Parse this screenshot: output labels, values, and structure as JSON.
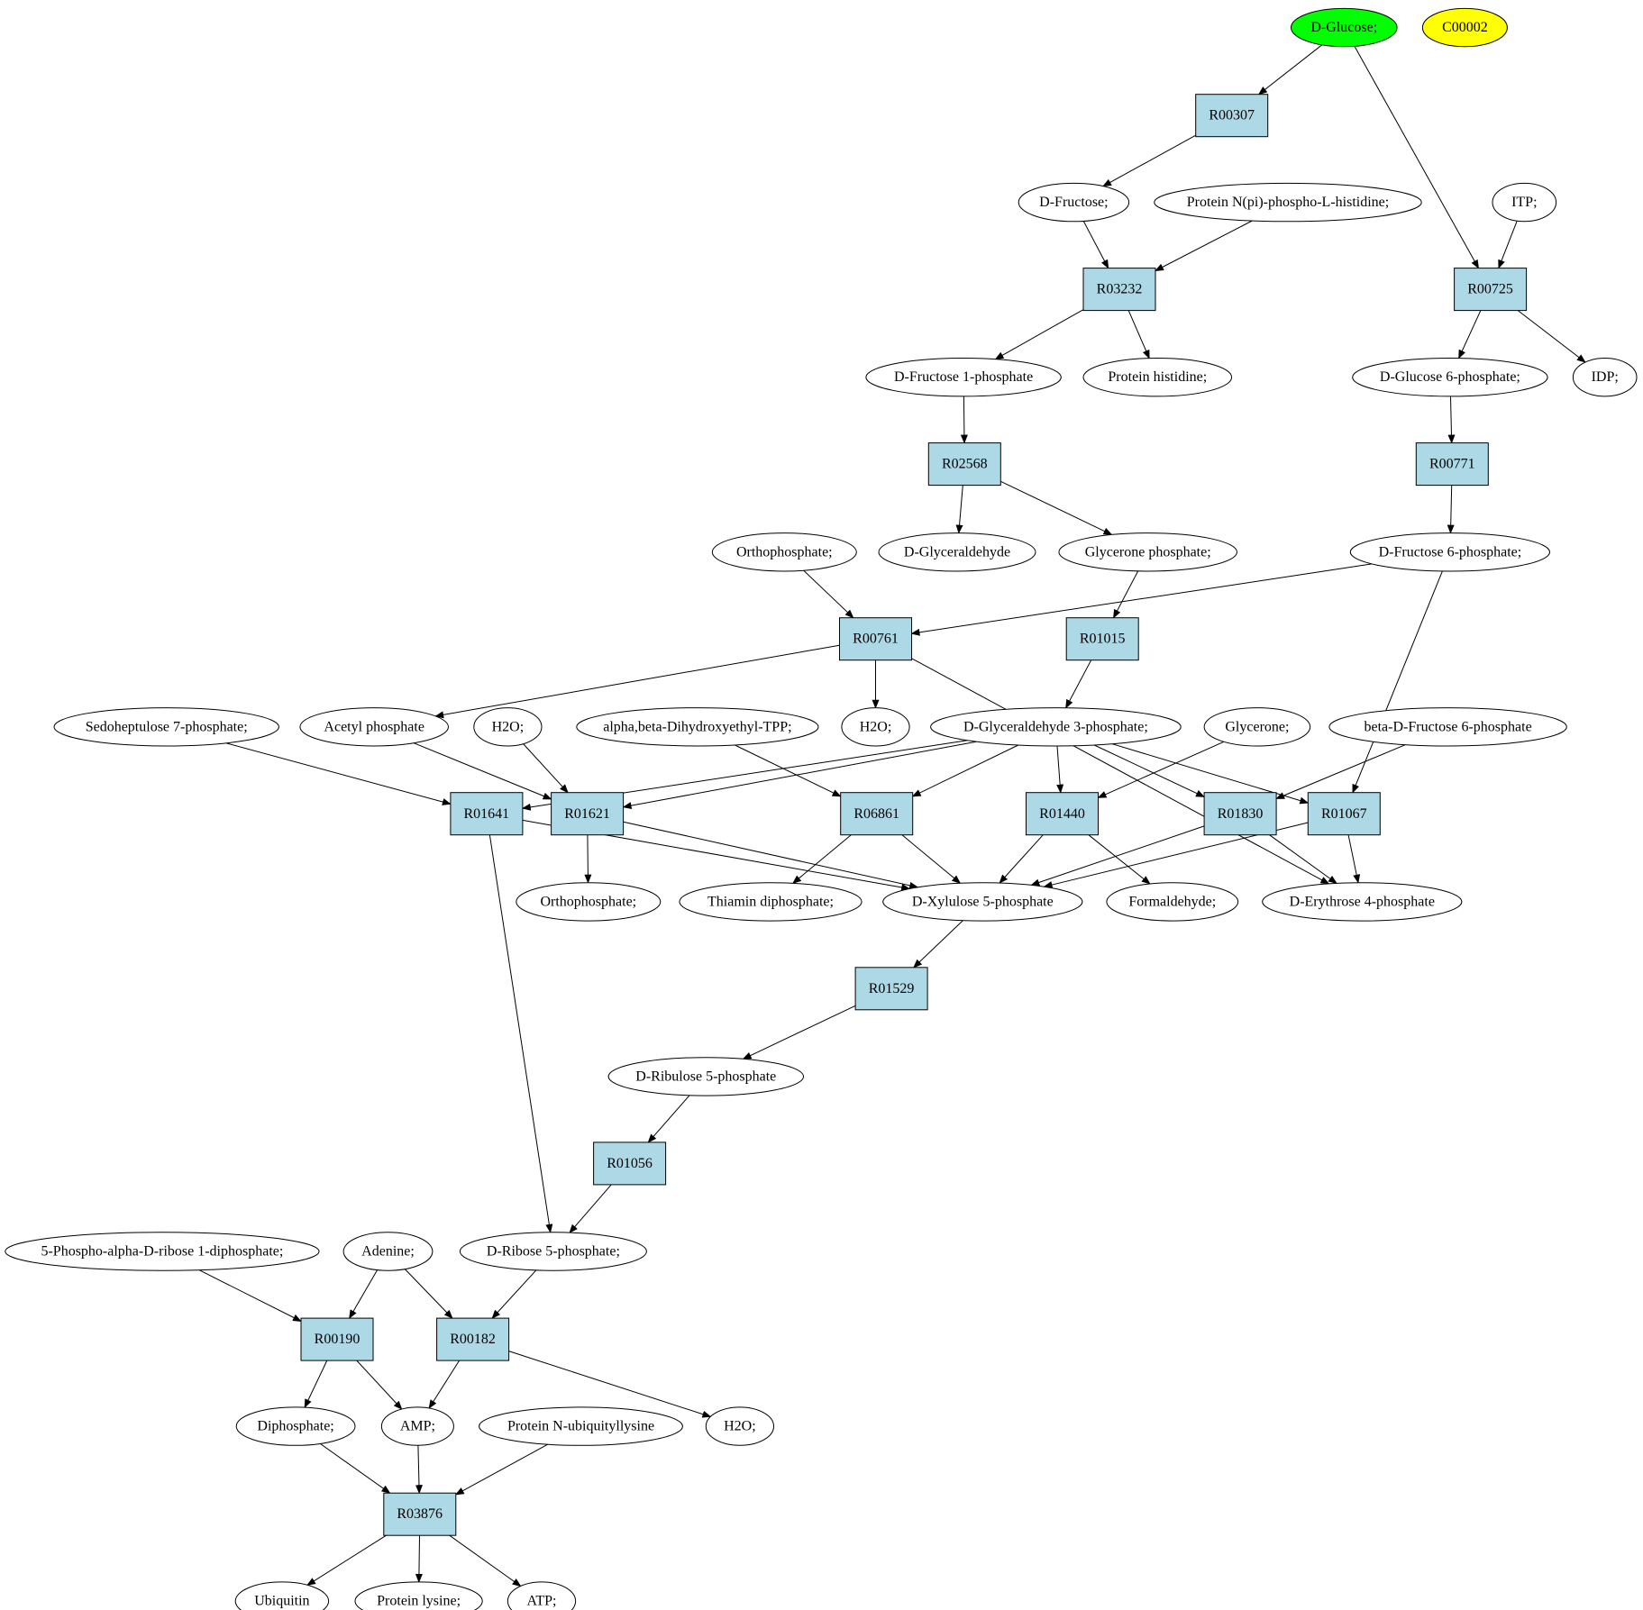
{
  "colors": {
    "reaction_fill": "#add8e6",
    "compound_fill": "#ffffff",
    "start_fill": "#00ff00",
    "highlight_fill": "#ffff00",
    "stroke": "#000000"
  },
  "nodes": [
    {
      "id": "glucose",
      "label": "D-Glucose;",
      "kind": "compound",
      "style": "start"
    },
    {
      "id": "c00002",
      "label": "C00002",
      "kind": "compound",
      "style": "highlight"
    },
    {
      "id": "R00307",
      "label": "R00307",
      "kind": "reaction"
    },
    {
      "id": "fructose",
      "label": "D-Fructose;",
      "kind": "compound"
    },
    {
      "id": "protnpi",
      "label": "Protein N(pi)-phospho-L-histidine;",
      "kind": "compound"
    },
    {
      "id": "itp",
      "label": "ITP;",
      "kind": "compound"
    },
    {
      "id": "R03232",
      "label": "R03232",
      "kind": "reaction"
    },
    {
      "id": "R00725",
      "label": "R00725",
      "kind": "reaction"
    },
    {
      "id": "f1p",
      "label": "D-Fructose 1-phosphate",
      "kind": "compound"
    },
    {
      "id": "prothis",
      "label": "Protein histidine;",
      "kind": "compound"
    },
    {
      "id": "g6p",
      "label": "D-Glucose 6-phosphate;",
      "kind": "compound"
    },
    {
      "id": "idp",
      "label": "IDP;",
      "kind": "compound"
    },
    {
      "id": "R02568",
      "label": "R02568",
      "kind": "reaction"
    },
    {
      "id": "R00771",
      "label": "R00771",
      "kind": "reaction"
    },
    {
      "id": "ortho1",
      "label": "Orthophosphate;",
      "kind": "compound"
    },
    {
      "id": "glyald",
      "label": "D-Glyceraldehyde",
      "kind": "compound"
    },
    {
      "id": "dhap",
      "label": "Glycerone phosphate;",
      "kind": "compound"
    },
    {
      "id": "f6p",
      "label": "D-Fructose 6-phosphate;",
      "kind": "compound"
    },
    {
      "id": "R00761",
      "label": "R00761",
      "kind": "reaction"
    },
    {
      "id": "R01015",
      "label": "R01015",
      "kind": "reaction"
    },
    {
      "id": "s7p",
      "label": "Sedoheptulose 7-phosphate;",
      "kind": "compound"
    },
    {
      "id": "acp",
      "label": "Acetyl phosphate",
      "kind": "compound"
    },
    {
      "id": "h2o1",
      "label": "H2O;",
      "kind": "compound"
    },
    {
      "id": "tpp",
      "label": "alpha,beta-Dihydroxyethyl-TPP;",
      "kind": "compound"
    },
    {
      "id": "h2o2",
      "label": "H2O;",
      "kind": "compound"
    },
    {
      "id": "g3p",
      "label": "D-Glyceraldehyde 3-phosphate;",
      "kind": "compound"
    },
    {
      "id": "glycerone",
      "label": "Glycerone;",
      "kind": "compound"
    },
    {
      "id": "bf6p",
      "label": "beta-D-Fructose 6-phosphate",
      "kind": "compound"
    },
    {
      "id": "R01641",
      "label": "R01641",
      "kind": "reaction"
    },
    {
      "id": "R01621",
      "label": "R01621",
      "kind": "reaction"
    },
    {
      "id": "R06861",
      "label": "R06861",
      "kind": "reaction"
    },
    {
      "id": "R01440",
      "label": "R01440",
      "kind": "reaction"
    },
    {
      "id": "R01830",
      "label": "R01830",
      "kind": "reaction"
    },
    {
      "id": "R01067",
      "label": "R01067",
      "kind": "reaction"
    },
    {
      "id": "ortho2",
      "label": "Orthophosphate;",
      "kind": "compound"
    },
    {
      "id": "thdp",
      "label": "Thiamin diphosphate;",
      "kind": "compound"
    },
    {
      "id": "x5p",
      "label": "D-Xylulose 5-phosphate",
      "kind": "compound"
    },
    {
      "id": "formald",
      "label": "Formaldehyde;",
      "kind": "compound"
    },
    {
      "id": "e4p",
      "label": "D-Erythrose 4-phosphate",
      "kind": "compound"
    },
    {
      "id": "R01529",
      "label": "R01529",
      "kind": "reaction"
    },
    {
      "id": "ru5p",
      "label": "D-Ribulose 5-phosphate",
      "kind": "compound"
    },
    {
      "id": "R01056",
      "label": "R01056",
      "kind": "reaction"
    },
    {
      "id": "prpp",
      "label": "5-Phospho-alpha-D-ribose 1-diphosphate;",
      "kind": "compound"
    },
    {
      "id": "adenine",
      "label": "Adenine;",
      "kind": "compound"
    },
    {
      "id": "r5p",
      "label": "D-Ribose 5-phosphate;",
      "kind": "compound"
    },
    {
      "id": "R00190",
      "label": "R00190",
      "kind": "reaction"
    },
    {
      "id": "R00182",
      "label": "R00182",
      "kind": "reaction"
    },
    {
      "id": "diphos",
      "label": "Diphosphate;",
      "kind": "compound"
    },
    {
      "id": "amp",
      "label": "AMP;",
      "kind": "compound"
    },
    {
      "id": "protubl",
      "label": "Protein N-ubiquityllysine",
      "kind": "compound"
    },
    {
      "id": "h2o3",
      "label": "H2O;",
      "kind": "compound"
    },
    {
      "id": "R03876",
      "label": "R03876",
      "kind": "reaction"
    },
    {
      "id": "ubiquitin",
      "label": "Ubiquitin",
      "kind": "compound"
    },
    {
      "id": "protlys",
      "label": "Protein lysine;",
      "kind": "compound"
    },
    {
      "id": "atp",
      "label": "ATP;",
      "kind": "compound"
    }
  ],
  "edges": [
    [
      "glucose",
      "R00307"
    ],
    [
      "glucose",
      "R00725"
    ],
    [
      "R00307",
      "fructose"
    ],
    [
      "fructose",
      "R03232"
    ],
    [
      "protnpi",
      "R03232"
    ],
    [
      "itp",
      "R00725"
    ],
    [
      "R03232",
      "f1p"
    ],
    [
      "R03232",
      "prothis"
    ],
    [
      "R00725",
      "g6p"
    ],
    [
      "R00725",
      "idp"
    ],
    [
      "f1p",
      "R02568"
    ],
    [
      "g6p",
      "R00771"
    ],
    [
      "R02568",
      "glyald"
    ],
    [
      "R02568",
      "dhap"
    ],
    [
      "R00771",
      "f6p"
    ],
    [
      "ortho1",
      "R00761"
    ],
    [
      "f6p",
      "R00761"
    ],
    [
      "f6p",
      "R01067"
    ],
    [
      "dhap",
      "R01015"
    ],
    [
      "R00761",
      "acp"
    ],
    [
      "R00761",
      "h2o2"
    ],
    [
      "R00761",
      "e4p"
    ],
    [
      "R01015",
      "g3p"
    ],
    [
      "s7p",
      "R01641"
    ],
    [
      "acp",
      "R01621"
    ],
    [
      "h2o1",
      "R01621"
    ],
    [
      "tpp",
      "R06861"
    ],
    [
      "g3p",
      "R01641"
    ],
    [
      "g3p",
      "R01621"
    ],
    [
      "g3p",
      "R06861"
    ],
    [
      "g3p",
      "R01440"
    ],
    [
      "g3p",
      "R01830"
    ],
    [
      "g3p",
      "R01067"
    ],
    [
      "glycerone",
      "R01440"
    ],
    [
      "bf6p",
      "R01830"
    ],
    [
      "R01641",
      "x5p"
    ],
    [
      "R01641",
      "r5p"
    ],
    [
      "R01621",
      "ortho2"
    ],
    [
      "R01621",
      "x5p"
    ],
    [
      "R06861",
      "thdp"
    ],
    [
      "R06861",
      "x5p"
    ],
    [
      "R01440",
      "x5p"
    ],
    [
      "R01440",
      "formald"
    ],
    [
      "R01830",
      "x5p"
    ],
    [
      "R01830",
      "e4p"
    ],
    [
      "R01067",
      "x5p"
    ],
    [
      "R01067",
      "e4p"
    ],
    [
      "x5p",
      "R01529"
    ],
    [
      "R01529",
      "ru5p"
    ],
    [
      "ru5p",
      "R01056"
    ],
    [
      "R01056",
      "r5p"
    ],
    [
      "prpp",
      "R00190"
    ],
    [
      "adenine",
      "R00190"
    ],
    [
      "adenine",
      "R00182"
    ],
    [
      "r5p",
      "R00182"
    ],
    [
      "R00190",
      "diphos"
    ],
    [
      "R00190",
      "amp"
    ],
    [
      "R00182",
      "amp"
    ],
    [
      "R00182",
      "h2o3"
    ],
    [
      "diphos",
      "R03876"
    ],
    [
      "amp",
      "R03876"
    ],
    [
      "protubl",
      "R03876"
    ],
    [
      "R03876",
      "ubiquitin"
    ],
    [
      "R03876",
      "protlys"
    ],
    [
      "R03876",
      "atp"
    ]
  ]
}
